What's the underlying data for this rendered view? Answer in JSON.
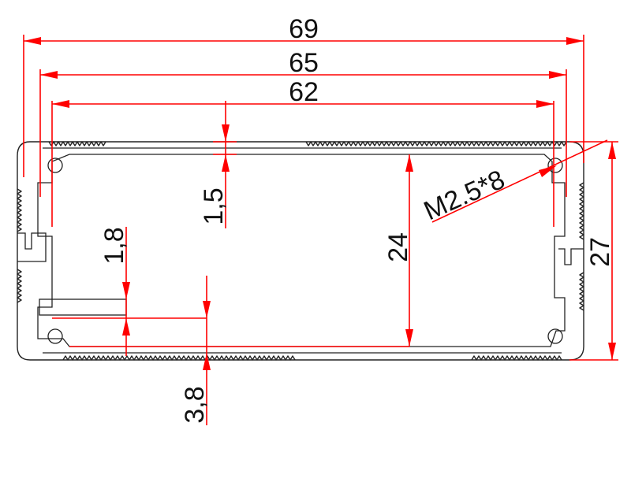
{
  "title": "",
  "colors": {
    "dimension": "#ff0000",
    "outline": "#222222",
    "text": "#111111",
    "background": "#ffffff"
  },
  "dimensions": {
    "overall_width": "69",
    "width_65": "65",
    "width_62": "62",
    "wall_top": "1,5",
    "rail_offset": "1,8",
    "bottom_offset": "3,8",
    "inner_height": "24",
    "overall_height": "27",
    "screw_callout": "M2.5*8"
  }
}
